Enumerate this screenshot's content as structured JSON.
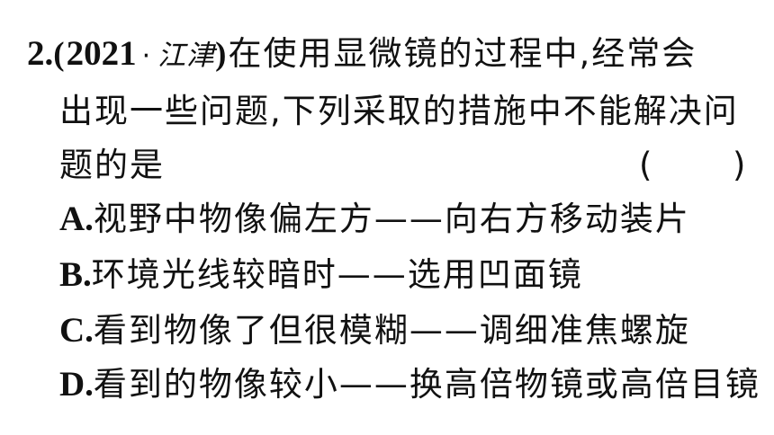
{
  "question": {
    "number": "2.",
    "paren_open": "(",
    "year": "2021",
    "dot": "·",
    "source": "江津",
    "paren_close": ")",
    "stem_line1": "在使用显微镜的过程中,经常会",
    "stem_line2": "出现一些问题,下列采取的措施中不能解决问",
    "stem_line3": "题的是",
    "answer_open": "(",
    "answer_close": ")"
  },
  "options": [
    {
      "letter": "A.",
      "text": "视野中物像偏左方——向右方移动装片"
    },
    {
      "letter": "B.",
      "text": "环境光线较暗时——选用凹面镜"
    },
    {
      "letter": "C.",
      "text": "看到物像了但很模糊——调细准焦螺旋"
    },
    {
      "letter": "D.",
      "text": "看到的物像较小——换高倍物镜或高倍目镜"
    }
  ]
}
